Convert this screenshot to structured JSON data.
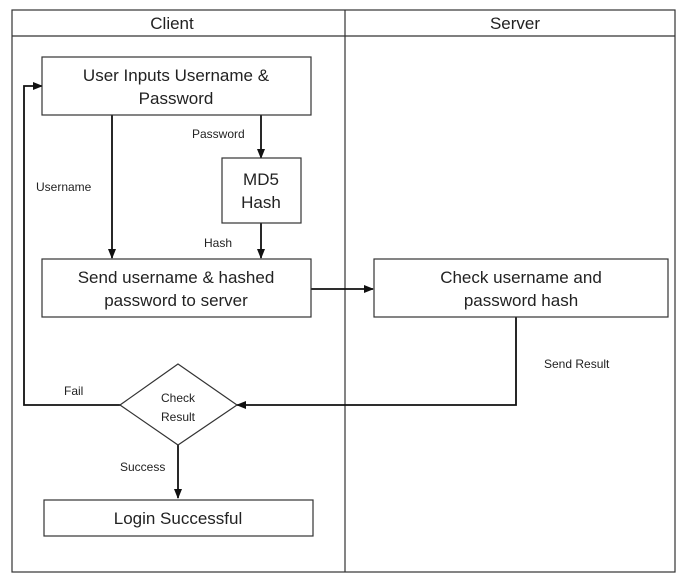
{
  "lanes": {
    "client": "Client",
    "server": "Server"
  },
  "nodes": {
    "user_inputs": [
      "User Inputs Username &",
      "Password"
    ],
    "md5_hash": [
      "MD5",
      "Hash"
    ],
    "send_credentials": [
      "Send username & hashed",
      "password to server"
    ],
    "check_hash": [
      "Check username and",
      "password hash"
    ],
    "check_result": [
      "Check",
      "Result"
    ],
    "login_success": [
      "Login Successful"
    ]
  },
  "edge_labels": {
    "password": "Password",
    "username": "Username",
    "hash": "Hash",
    "send_result": "Send Result",
    "fail": "Fail",
    "success": "Success"
  }
}
